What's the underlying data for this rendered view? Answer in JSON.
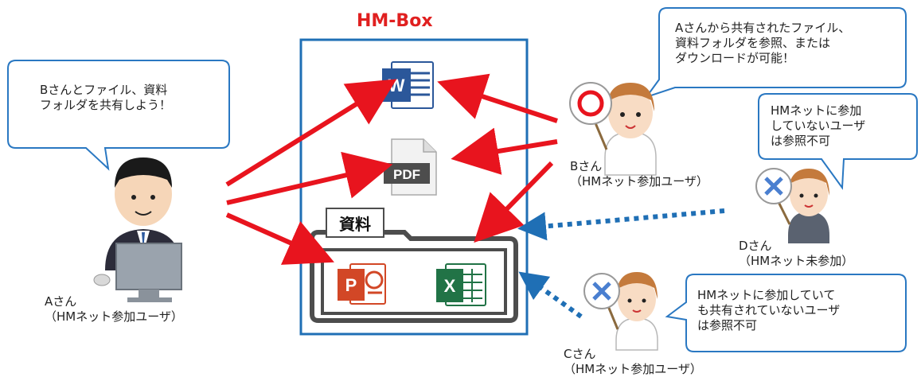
{
  "title": "HM-Box",
  "folder": {
    "label": "資料"
  },
  "icons": {
    "word": {
      "name": "word-icon",
      "glyph": "W",
      "color": "#2b579a"
    },
    "pdf": {
      "name": "pdf-icon",
      "glyph": "PDF",
      "color": "#555555"
    },
    "powerpoint": {
      "name": "powerpoint-icon",
      "glyph": "P",
      "color": "#d24726"
    },
    "excel": {
      "name": "excel-icon",
      "glyph": "X",
      "color": "#217346"
    }
  },
  "bubbles": {
    "a": "Bさんとファイル、資料\nフォルダを共有しよう！",
    "b": "Aさんから共有されたファイル、\n資料フォルダを参照、または\nダウンロードが可能！",
    "d": "HMネットに参加\nしていないユーザ\nは参照不可",
    "c": "HMネットに参加していて\nも共有されていないユーザ\nは参照不可"
  },
  "persons": {
    "a": {
      "label": "Aさん\n（HMネット参加ユーザ）"
    },
    "b": {
      "label": "Bさん\n（HMネット参加ユーザ）",
      "sign": "○"
    },
    "d": {
      "label": "Dさん\n（HMネット未参加）",
      "sign": "×"
    },
    "c": {
      "label": "Cさん\n（HMネット参加ユーザ）",
      "sign": "×"
    }
  },
  "colors": {
    "accent_red": "#e8141e",
    "box_blue": "#1f6fb5",
    "dotted_blue": "#1f6fb5",
    "bubble_border": "#2a78c2",
    "deny_blue": "#4a7fd0"
  }
}
